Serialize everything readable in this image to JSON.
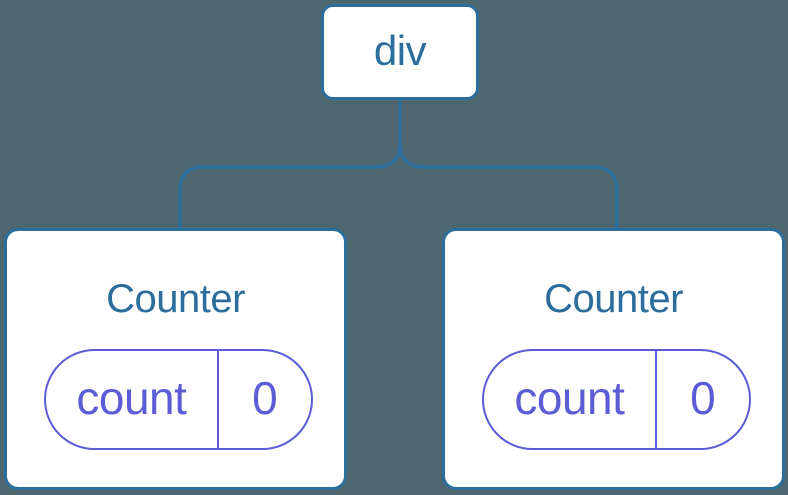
{
  "diagram": {
    "description": "Component tree: a div root element with two Counter component children, each holding a count state of 0",
    "colors": {
      "background": "#4d6670",
      "blue": "#2b6d9b",
      "purple": "#5c5cd6",
      "card_bg": "#ffffff"
    },
    "root": {
      "label": "div"
    },
    "children": [
      {
        "title": "Counter",
        "state": {
          "key": "count",
          "value": "0"
        }
      },
      {
        "title": "Counter",
        "state": {
          "key": "count",
          "value": "0"
        }
      }
    ]
  }
}
